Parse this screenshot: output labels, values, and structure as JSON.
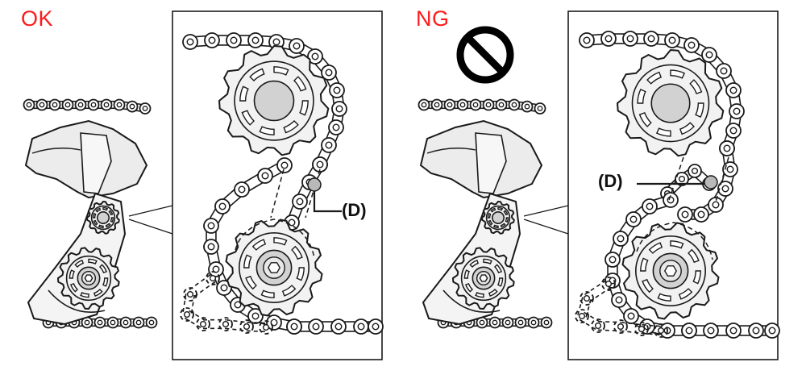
{
  "panels": {
    "ok": {
      "label": "OK",
      "callout": "(D)"
    },
    "ng": {
      "label": "NG",
      "callout": "(D)"
    }
  },
  "icons": {
    "prohibited": "prohibited-icon"
  },
  "colors": {
    "status_text": "#ff1a1a",
    "line": "#1a1a1a",
    "fill": "#f2f2f2",
    "shade": "#d2d2d2"
  }
}
